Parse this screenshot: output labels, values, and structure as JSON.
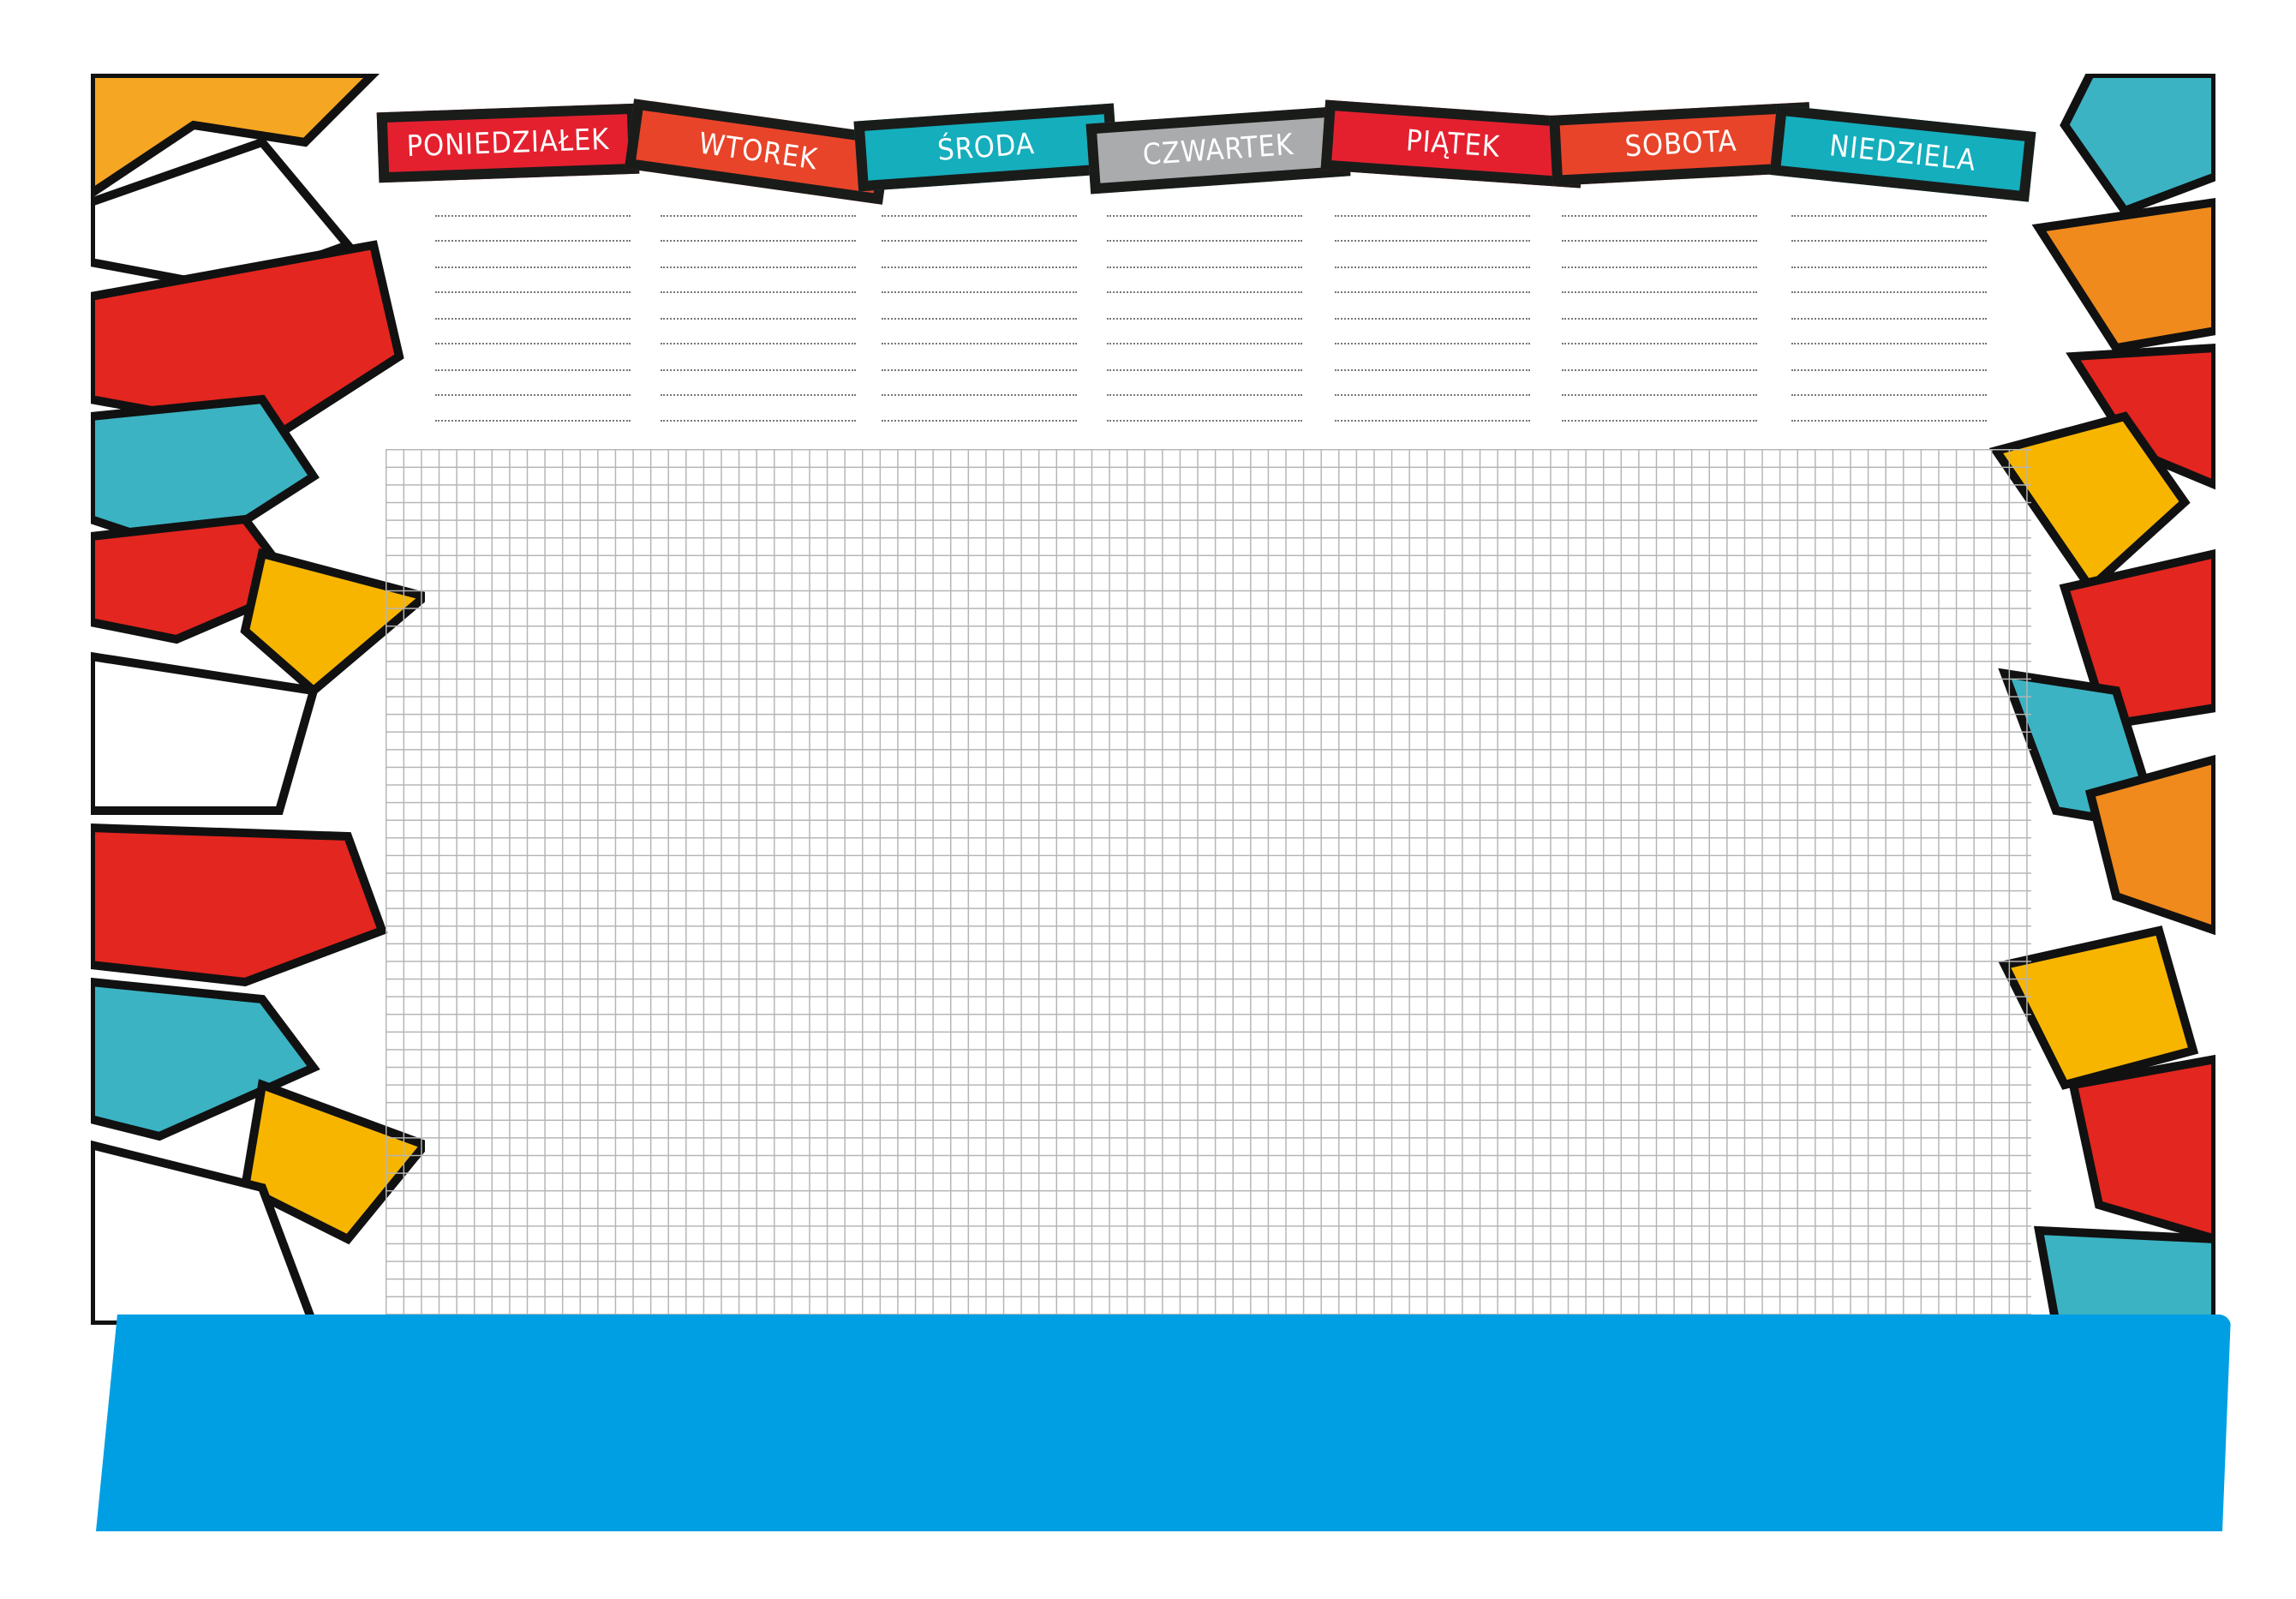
{
  "planner": {
    "days": [
      {
        "label": "PONIEDZIAŁEK",
        "color": "#e4202f"
      },
      {
        "label": "WTOREK",
        "color": "#e8442a"
      },
      {
        "label": "ŚRODA",
        "color": "#14aebd"
      },
      {
        "label": "CZWARTEK",
        "color": "#a9abad"
      },
      {
        "label": "PIĄTEK",
        "color": "#e4202f"
      },
      {
        "label": "SOBOTA",
        "color": "#e8442a"
      },
      {
        "label": "NIEDZIELA",
        "color": "#14aebd"
      }
    ],
    "lines_per_day": 9,
    "band_color": "#009fe3"
  }
}
